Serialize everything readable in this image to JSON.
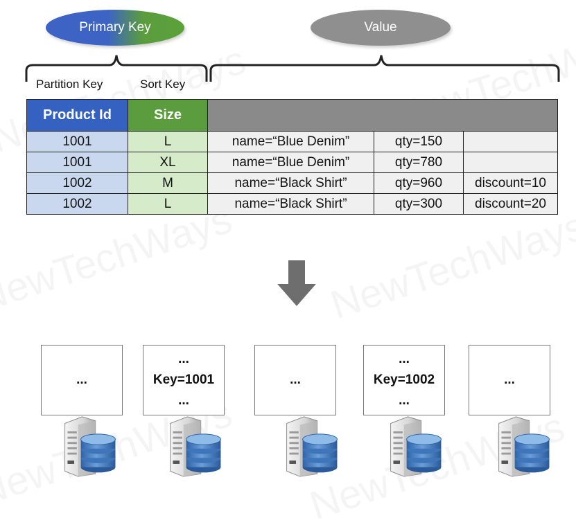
{
  "primary_key_label": "Primary Key",
  "value_label": "Value",
  "partition_key_label": "Partition Key",
  "sort_key_label": "Sort Key",
  "table": {
    "headers": {
      "product_id": "Product Id",
      "size": "Size"
    },
    "rows": [
      {
        "product_id": "1001",
        "size": "L",
        "name": "name=“Blue Denim”",
        "qty": "qty=150",
        "discount": ""
      },
      {
        "product_id": "1001",
        "size": "XL",
        "name": "name=“Blue Denim”",
        "qty": "qty=780",
        "discount": ""
      },
      {
        "product_id": "1002",
        "size": "M",
        "name": "name=“Black Shirt”",
        "qty": "qty=960",
        "discount": "discount=10"
      },
      {
        "product_id": "1002",
        "size": "L",
        "name": "name=“Black Shirt”",
        "qty": "qty=300",
        "discount": "discount=20"
      }
    ]
  },
  "nodes": [
    {
      "lines": [
        "..."
      ]
    },
    {
      "lines": [
        "...",
        "Key=1001",
        "..."
      ]
    },
    {
      "lines": [
        "..."
      ]
    },
    {
      "lines": [
        "...",
        "Key=1002",
        "..."
      ]
    },
    {
      "lines": [
        "..."
      ]
    }
  ],
  "watermark": "NewTechWays",
  "colors": {
    "partition_blue": "#3561c1",
    "sort_green": "#5b9c3e",
    "value_gray": "#8a8a8a"
  }
}
